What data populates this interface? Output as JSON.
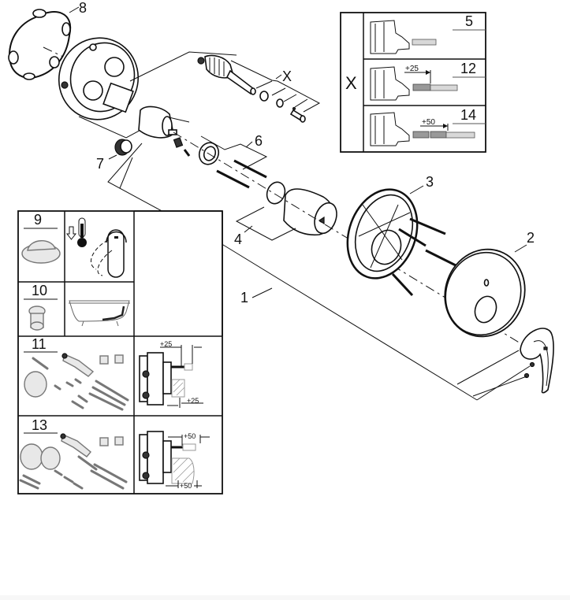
{
  "diagram": {
    "type": "exploded-parts-view",
    "subject": "concealed single-lever mixer trim set",
    "callouts": {
      "p1": "1",
      "p2": "2",
      "p3": "3",
      "p4": "4",
      "p6": "6",
      "p7": "7",
      "p8": "8",
      "pX": "X"
    },
    "extension_table": {
      "group_label": "X",
      "rows": [
        {
          "part_no": "5",
          "extension": ""
        },
        {
          "part_no": "12",
          "extension": "+25"
        },
        {
          "part_no": "14",
          "extension": "+50"
        }
      ]
    },
    "accessory_table": {
      "rows": [
        {
          "part_no": "9",
          "content": "temperature limiter",
          "icon": "thermometer-down-icon"
        },
        {
          "part_no": "10",
          "content": "bath filler non-return valve",
          "icon": "bathtub-icon"
        },
        {
          "part_no": "11",
          "content": "extension set",
          "dim_top": "+25",
          "dim_bottom": "+25"
        },
        {
          "part_no": "13",
          "content": "extension set",
          "dim_top": "+50",
          "dim_bottom": "+50"
        }
      ]
    }
  }
}
